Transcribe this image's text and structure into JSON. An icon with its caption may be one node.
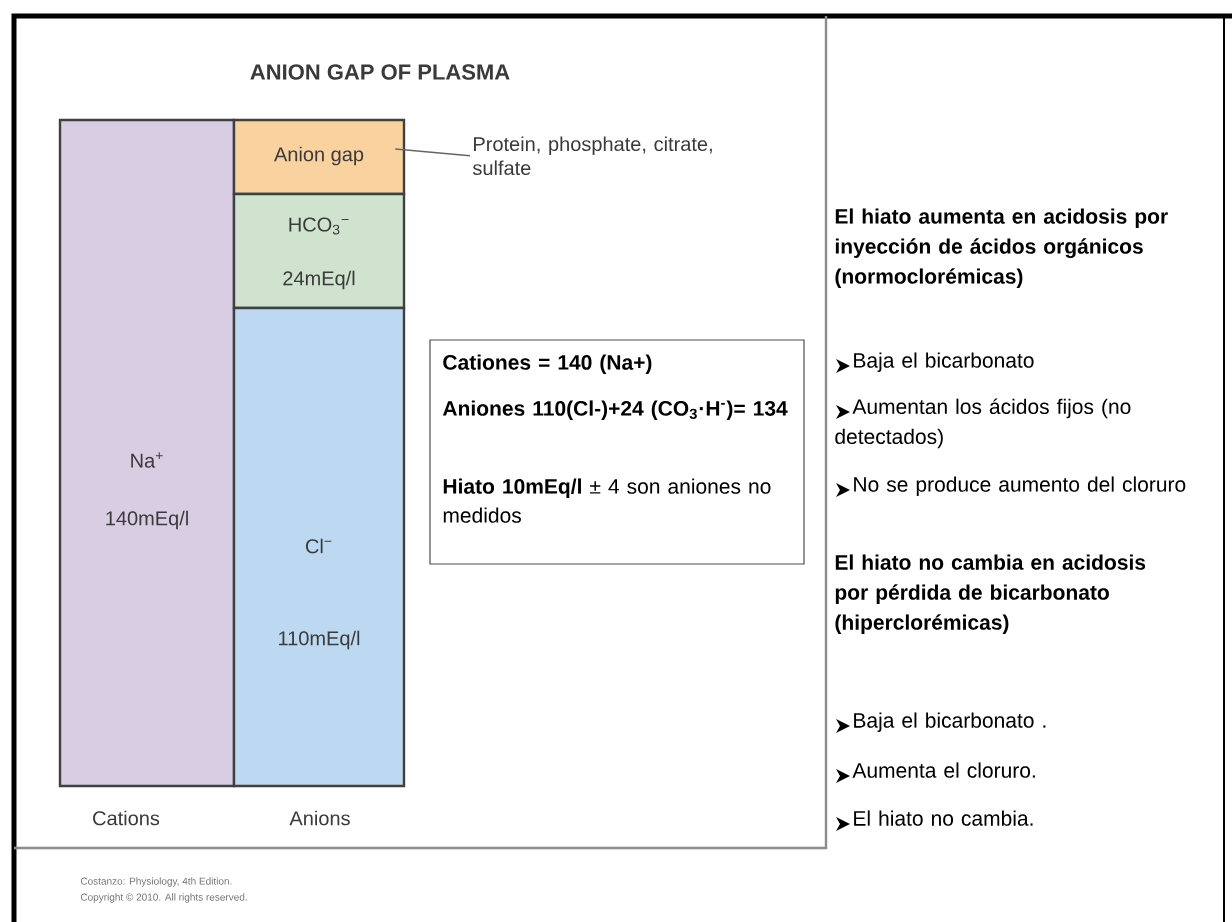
{
  "diagram": {
    "title": "ANION GAP OF PLASMA",
    "nodes": [
      {
        "text": [
          "Na$^{+}$",
          "140mEq/l"
        ]
      },
      {
        "text": [
          "Anion gap"
        ]
      },
      {
        "text": [
          "HCO$_{3}$$^{−}$",
          "24mEq/l"
        ]
      },
      {
        "text": [
          "Cl$^{−}$",
          "110mEq/l"
        ]
      },
      {
        "text": [
          "Protein, phosphate, citrate, sulfate"
        ]
      },
      {
        "text": [
          "Cationes = 140 (Na+)",
          "Aniones 110(Cl-)+24 (CO$_{3}$·H$^{-}$)= 134",
          "**Hiato 10mEq/l** ± 4 son aniones no medidos"
        ]
      },
      {
        "text": [
          "El hiato aumenta en acidosis por inyección de ácidos orgánicos (normoclorémicas)",
          "Baja el bicarbonato",
          "Aumentan los ácidos fijos (no detectados)",
          "No se produce aumento del cloruro",
          "El hiato no cambia en acidosis por pérdida de bicarbonato (hiperclorémicas)",
          "Baja el bicarbonato .",
          "Aumenta el cloruro.",
          "El hiato no cambia."
        ]
      }
    ],
    "edges": [
      {
        "from": 4,
        "to": 1,
        "arrow": "none"
      }
    ],
    "labels": [
      "Cations",
      "Anions",
      "Costanzo: Physiology, 4th Edition.",
      "Copyright © 2010. All rights reserved."
    ]
  }
}
